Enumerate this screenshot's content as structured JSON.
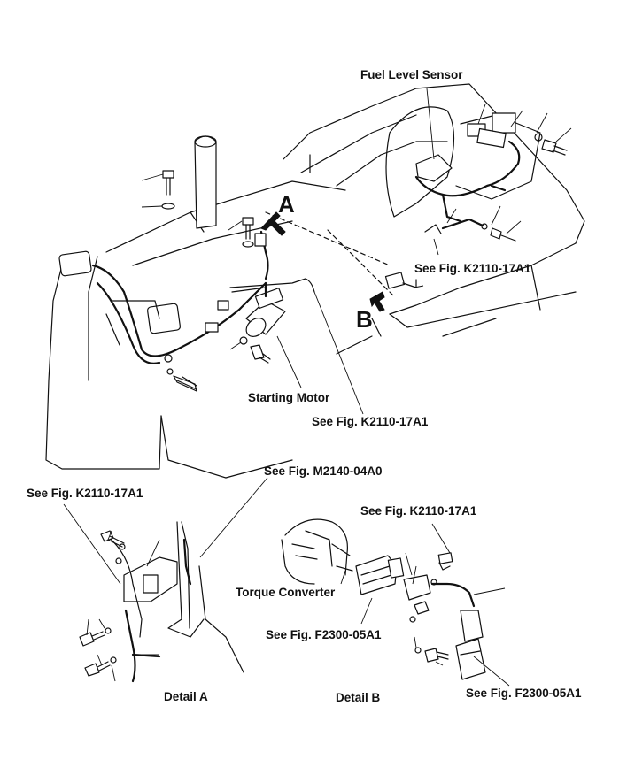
{
  "labels": {
    "fuel_level_sensor": "Fuel Level Sensor",
    "starting_motor": "Starting Motor",
    "torque_converter": "Torque Converter",
    "detail_a": "Detail A",
    "detail_b": "Detail B",
    "view_a": "A",
    "view_b": "B",
    "ref_k2110_upper_right": "See Fig. K2110-17A1",
    "ref_k2110_center": "See Fig. K2110-17A1",
    "ref_m2140": "See Fig. M2140-04A0",
    "ref_k2110_left": "See Fig. K2110-17A1",
    "ref_k2110_detail_b": "See Fig. K2110-17A1",
    "ref_f2300_center": "See Fig. F2300-05A1",
    "ref_f2300_right": "See Fig. F2300-05A1"
  }
}
